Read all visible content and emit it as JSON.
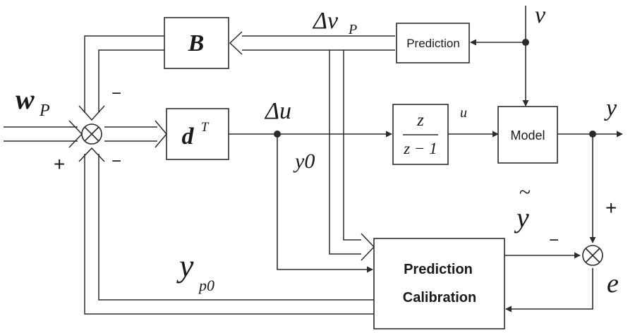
{
  "blocks": {
    "b": "B",
    "d_base": "d",
    "d_sup": "T",
    "prediction": "Prediction",
    "tf_num": "z",
    "tf_den": "z − 1",
    "model": "Model",
    "calib_line1": "Prediction",
    "calib_line2": "Calibration"
  },
  "signals": {
    "wp_base": "w",
    "wp_sub": "P",
    "delta_vp": "Δv",
    "delta_vp_sub": "P",
    "v": "v",
    "delta_u": "Δu",
    "u": "u",
    "y": "y",
    "y0": "y0",
    "y_tilde": "y",
    "tilde": "~",
    "y_p0_base": "y",
    "y_p0_sub": "p0",
    "e": "e"
  },
  "signs": {
    "minus_top": "−",
    "minus_bottom": "−",
    "plus_left": "+",
    "plus_right": "+",
    "minus_right": "−"
  }
}
